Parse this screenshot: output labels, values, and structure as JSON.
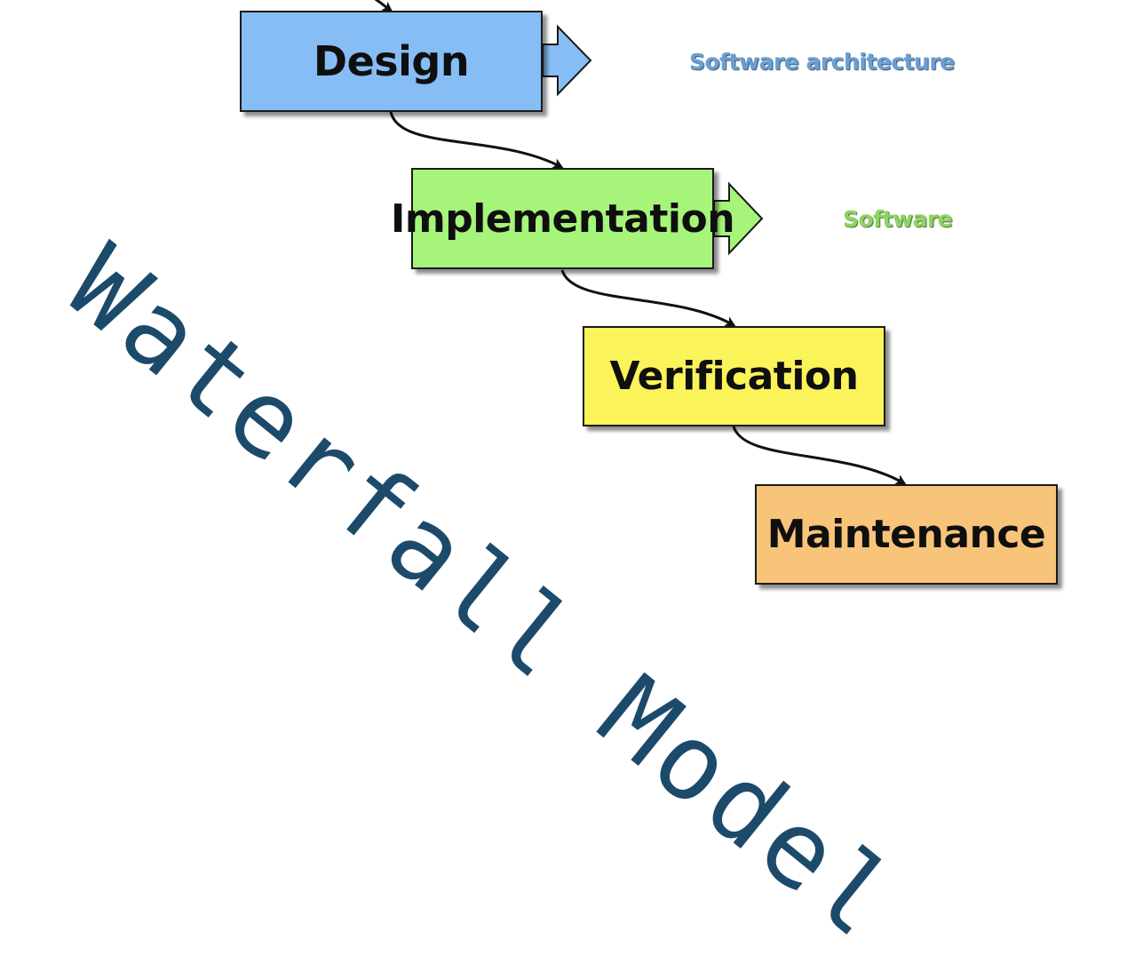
{
  "diagram": {
    "title": "Waterfall Model",
    "phases": [
      {
        "label": "Design",
        "color": "#87bdf5",
        "output": "Software architecture",
        "output_color": "#6a9fd4"
      },
      {
        "label": "Implementation",
        "color": "#a6f57a",
        "output": "Software",
        "output_color": "#8ed463"
      },
      {
        "label": "Verification",
        "color": "#fbf35a",
        "output": null
      },
      {
        "label": "Maintenance",
        "color": "#f8c47a",
        "output": null
      }
    ],
    "connectors": [
      {
        "from": "Requirements (off-screen)",
        "to": "Design"
      },
      {
        "from": "Design",
        "to": "Implementation"
      },
      {
        "from": "Implementation",
        "to": "Verification"
      },
      {
        "from": "Verification",
        "to": "Maintenance"
      }
    ]
  }
}
